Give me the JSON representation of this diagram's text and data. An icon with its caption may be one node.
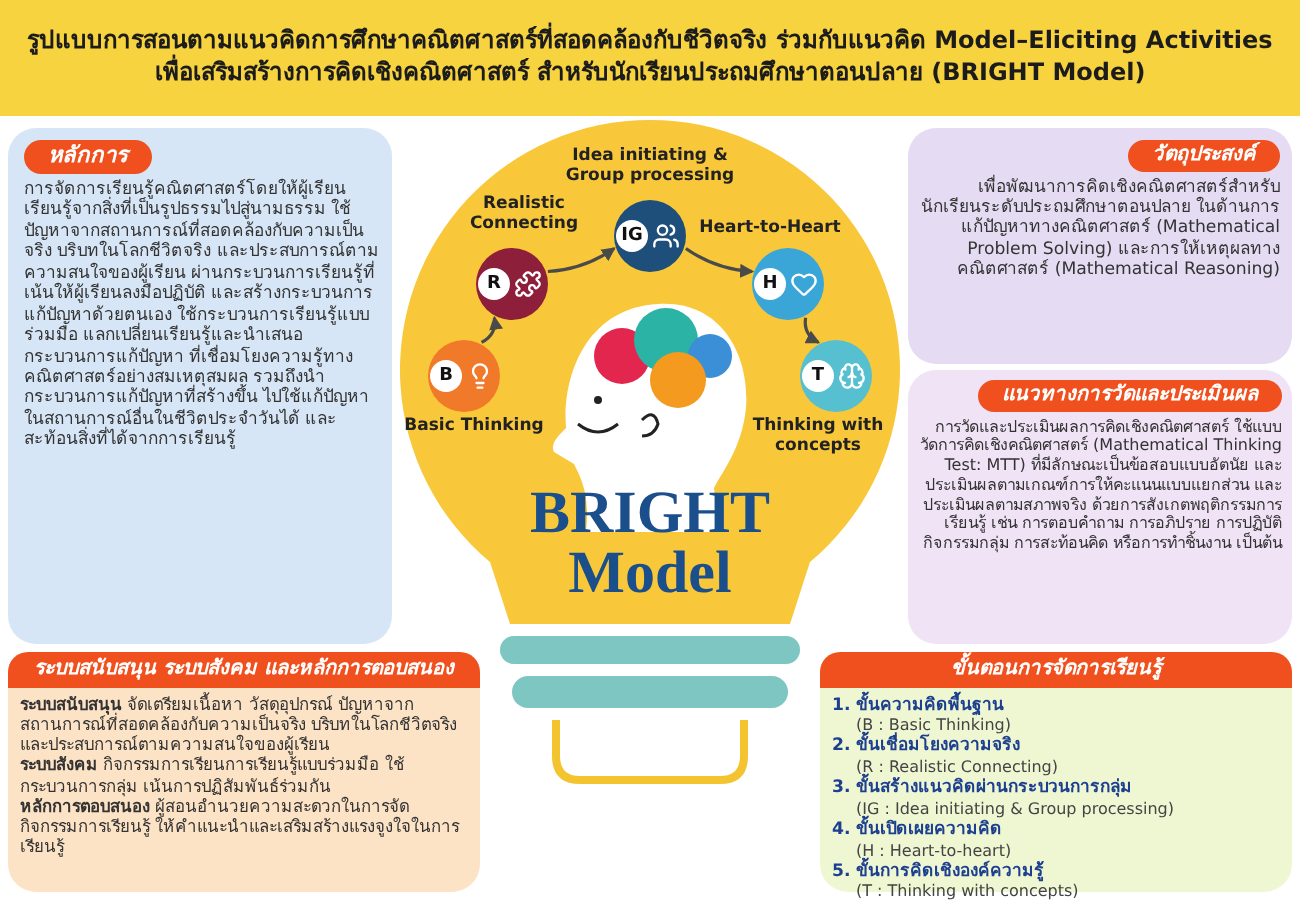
{
  "diagram": {
    "title": "รูปแบบการสอนตามแนวคิดการศึกษาคณิตศาสตร์ที่สอดคล้องกับชีวิตจริง ร่วมกับแนวคิด Model–Eliciting Activities เพื่อเสริมสร้างการคิดเชิงคณิตศาสตร์ สำหรับนักเรียนประถมศึกษาตอนปลาย (BRIGHT Model)",
    "nodes": [
      {
        "text": [
          "หลักการ",
          "การจัดการเรียนรู้คณิตศาสตร์โดยให้ผู้เรียน เรียนรู้จากสิ่งที่เป็นรูปธรรมไปสู่นามธรรม ใช้ปัญหาจากสถานการณ์ที่สอดคล้องกับความเป็นจริง บริบทในโลกชีวิตจริง และประสบการณ์ตามความสนใจของผู้เรียน ผ่านกระบวนการเรียนรู้ที่เน้นให้ผู้เรียนลงมือปฏิบัติ และสร้างกระบวนการแก้ปัญหาด้วยตนเอง ใช้กระบวนการเรียนรู้แบบร่วมมือ แลกเปลี่ยนเรียนรู้และนำเสนอกระบวนการแก้ปัญหา ที่เชื่อมโยงความรู้ทางคณิตศาสตร์อย่างสมเหตุสมผล รวมถึงนำกระบวนการแก้ปัญหาที่สร้างขึ้น ไปใช้แก้ปัญหาในสถานการณ์อื่นในชีวิตประจำวันได้ และสะท้อนสิ่งที่ได้จากการเรียนรู้"
        ]
      },
      {
        "text": [
          "BRIGHT Model"
        ]
      },
      {
        "text": [
          "B"
        ],
        "beside": [
          "Basic Thinking"
        ],
        "in": 1
      },
      {
        "text": [
          "R"
        ],
        "beside": [
          "Realistic Connecting"
        ],
        "in": 1
      },
      {
        "text": [
          "IG"
        ],
        "beside": [
          "Idea initiating & Group processing"
        ],
        "in": 1
      },
      {
        "text": [
          "H"
        ],
        "beside": [
          "Heart-to-Heart"
        ],
        "in": 1
      },
      {
        "text": [
          "T"
        ],
        "beside": [
          "Thinking with concepts"
        ],
        "in": 1
      },
      {
        "text": [
          "วัตถุประสงค์",
          "เพื่อพัฒนาการคิดเชิงคณิตศาสตร์สำหรับนักเรียนระดับประถมศึกษาตอนปลาย ในด้านการแก้ปัญหาทางคณิตศาสตร์ (Mathematical Problem Solving) และการให้เหตุผลทางคณิตศาสตร์ (Mathematical Reasoning)"
        ]
      },
      {
        "text": [
          "แนวทางการวัดและประเมินผล",
          "การวัดและประเมินผลการคิดเชิงคณิตศาสตร์ ใช้แบบวัดการคิดเชิงคณิตศาสตร์ (Mathematical Thinking Test: MTT) ที่มีลักษณะเป็นข้อสอบแบบอัตนัย และประเมินผลตามเกณฑ์การให้คะแนนแบบแยกส่วน และประเมินผลตามสภาพจริง ด้วยการสังเกตพฤติกรรมการเรียนรู้ เช่น การตอบคำถาม การอภิปราย การปฏิบัติกิจกรรมกลุ่ม การสะท้อนคิด หรือการทำชิ้นงาน เป็นต้น"
        ]
      },
      {
        "text": [
          "ระบบสนับสนุน ระบบสังคม และหลักการตอบสนอง",
          "**ระบบสนับสนุน** จัดเตรียมเนื้อหา วัสดุอุปกรณ์ ปัญหาจากสถานการณ์ที่สอดคล้องกับความเป็นจริง บริบทในโลกชีวิตจริง และประสบการณ์ตามความสนใจของผู้เรียน",
          "**ระบบสังคม** กิจกรรมการเรียนการเรียนรู้แบบร่วมมือ ใช้กระบวนการกลุ่ม เน้นการปฏิสัมพันธ์ร่วมกัน",
          "**หลักการตอบสนอง** ผู้สอนอำนวยความสะดวกในการจัดกิจกรรมการเรียนรู้ ให้คำแนะนำและเสริมสร้างแรงจูงใจในการเรียนรู้"
        ]
      },
      {
        "text": [
          "ขั้นตอนการจัดการเรียนรู้",
          "1. ขั้นความคิดพื้นฐาน",
          "(B : Basic Thinking)",
          "2. ขั้นเชื่อมโยงความจริง",
          "(R : Realistic Connecting)",
          "3. ขั้นสร้างแนวคิดผ่านกระบวนการกลุ่ม",
          "(IG : Idea initiating & Group processing)",
          "4. ขั้นเปิดเผยความคิด",
          "(H : Heart-to-heart)",
          "5. ขั้นการคิดเชิงองค์ความรู้",
          "(T : Thinking with concepts)"
        ]
      }
    ],
    "edges": [
      {
        "from": 2,
        "to": 3,
        "arrow": "to"
      },
      {
        "from": 3,
        "to": 4,
        "arrow": "to"
      },
      {
        "from": 4,
        "to": 5,
        "arrow": "to"
      },
      {
        "from": 5,
        "to": 6,
        "arrow": "to"
      }
    ]
  }
}
